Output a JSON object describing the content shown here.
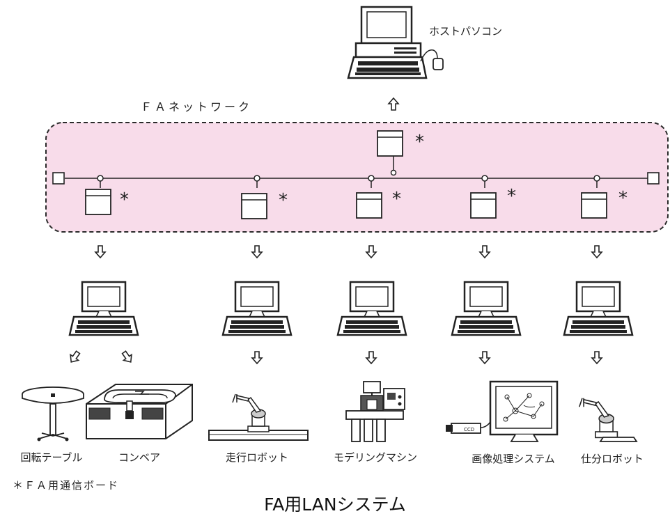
{
  "labels": {
    "network": "ＦＡネットワーク",
    "host": "ホストパソコン",
    "footnote": "＊ＦＡ用通信ボード",
    "title": "FA用LANシステム",
    "board_marker": "*"
  },
  "devices": [
    {
      "label": "回転テーブル",
      "icon": "rotary-table-icon"
    },
    {
      "label": "コンベア",
      "icon": "conveyor-icon"
    },
    {
      "label": "走行ロボット",
      "icon": "traveling-robot-icon"
    },
    {
      "label": "モデリングマシン",
      "icon": "modeling-machine-icon"
    },
    {
      "label": "画像処理システム",
      "icon": "image-processing-icon"
    },
    {
      "label": "仕分ロボット",
      "icon": "sorting-robot-icon"
    }
  ],
  "colors": {
    "network_fill": "#f8dcea",
    "network_border": "#2a2a2a",
    "line": "#222222"
  }
}
